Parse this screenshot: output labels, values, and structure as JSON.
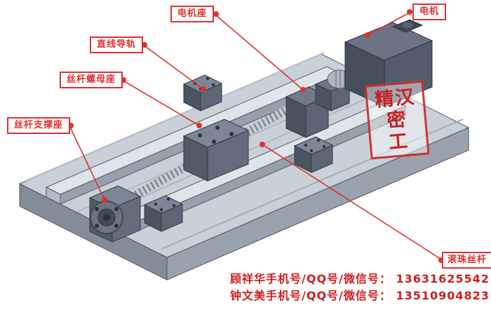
{
  "diagram": {
    "labels": [
      {
        "id": "motor-mount",
        "text": "电机座"
      },
      {
        "id": "motor",
        "text": "电机"
      },
      {
        "id": "linear-guide",
        "text": "直线导轨"
      },
      {
        "id": "screw-nut-seat",
        "text": "丝杆螺母座"
      },
      {
        "id": "screw-support-seat",
        "text": "丝杆支撑座"
      },
      {
        "id": "ball-screw",
        "text": "滚珠丝杆"
      }
    ],
    "seal": {
      "lines": [
        "精汉",
        "密",
        "工"
      ]
    },
    "contacts": [
      "顾祥华手机号/QQ号/微信号： 13631625542",
      "钟文美手机号/QQ号/微信号： 13510904823"
    ],
    "colors": {
      "accent": "#e03131",
      "seal": "#c62222",
      "contact": "#cf1d1d"
    }
  }
}
